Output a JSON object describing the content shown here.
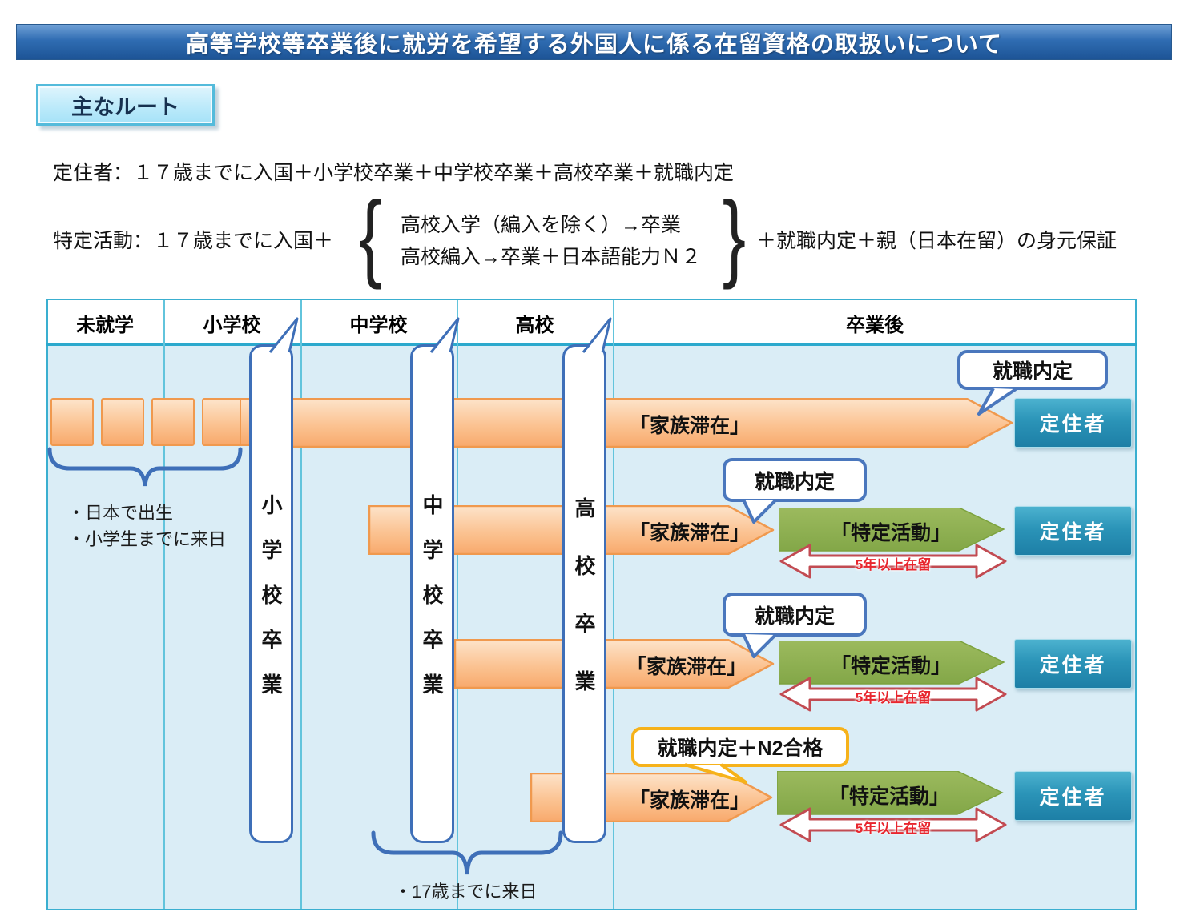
{
  "title": "高等学校等卒業後に就労を希望する外国人に係る在留資格の取扱いについて",
  "routes_label": "主なルート",
  "route_teijusha": "定住者：１７歳までに入国＋小学校卒業＋中学校卒業＋高校卒業＋就職内定",
  "route_tokutei": {
    "prefix": "特定活動：１７歳までに入国＋",
    "brace_open": "{",
    "brace_close": "}",
    "option1": "高校入学（編入を除く）→卒業",
    "option2": "高校編入→卒業＋日本語能力Ｎ２",
    "suffix": "＋就職内定＋親（日本在留）の身元保証"
  },
  "timeline": {
    "columns": [
      "未就学",
      "小学校",
      "中学校",
      "高校",
      "卒業後"
    ],
    "milestones": [
      "小学校卒業",
      "中学校卒業",
      "高校卒業"
    ],
    "notes_left": [
      "・日本で出生",
      "・小学生までに来日"
    ],
    "note_bottom": "・17歳までに来日",
    "rows": [
      {
        "bar_label": "「家族滞在」",
        "bubble": "就職内定",
        "result": "定住者"
      },
      {
        "bar_label": "「家族滞在」",
        "bubble": "就職内定",
        "activity": "「特定活動」",
        "stay": "5年以上在留",
        "result": "定住者"
      },
      {
        "bar_label": "「家族滞在」",
        "bubble": "就職内定",
        "activity": "「特定活動」",
        "stay": "5年以上在留",
        "result": "定住者"
      },
      {
        "bar_label": "「家族滞在」",
        "bubble": "就職内定＋N2合格",
        "activity": "「特定活動」",
        "stay": "5年以上在留",
        "result": "定住者"
      }
    ]
  },
  "colors": {
    "title_bar": "#2f6cb2",
    "badge_border": "#54bbdb",
    "table_border": "#3aafd0",
    "table_body": "#daedf6",
    "orange_fill": "#f8a96c",
    "orange_border": "#f0994e",
    "green_arrow": "#8fb050",
    "result_teal": "#2b94b8",
    "bubble_blue": "#4a77bd",
    "bubble_yellow": "#f6b21a",
    "red_arrow": "#c24b52"
  }
}
